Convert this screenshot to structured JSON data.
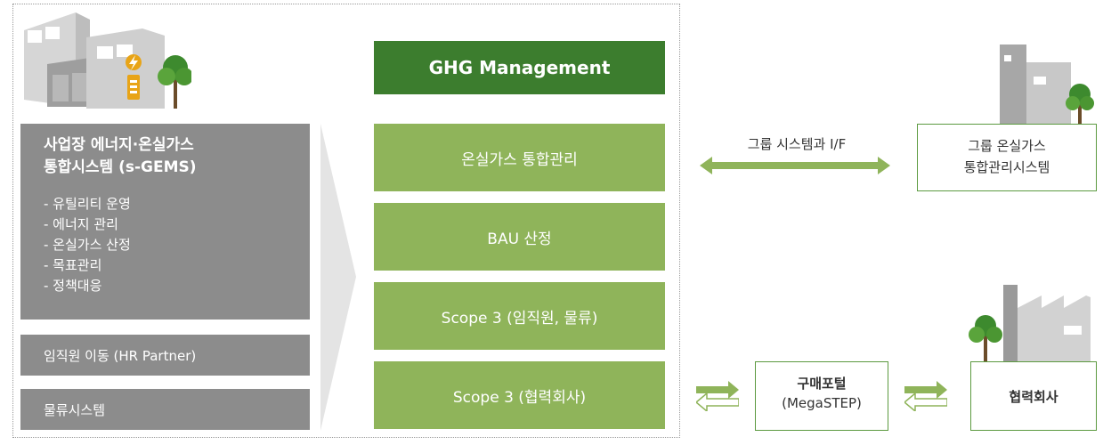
{
  "left_panel": {
    "sgems_title_line1": "사업장 에너지·온실가스",
    "sgems_title_line2": "통합시스템 (s-GEMS)",
    "sgems_items": [
      "- 유틸리티 운영",
      "- 에너지  관리",
      "- 온실가스 산정",
      "- 목표관리",
      "- 정책대응"
    ],
    "hr_system": "임직원 이동 (HR Partner)",
    "logistics_system": "물류시스템"
  },
  "ghg": {
    "title": "GHG Management",
    "modules": [
      "온실가스 통합관리",
      "BAU 산정",
      "Scope 3 (임직원, 물류)",
      "Scope 3 (협력회사)"
    ]
  },
  "group": {
    "interface_label": "그룹 시스템과 I/F",
    "system_line1": "그룹 온실가스",
    "system_line2": "통합관리시스템"
  },
  "supplier": {
    "portal_line1": "구매포털",
    "portal_line2": "(MegaSTEP)",
    "partner": "협력회사"
  },
  "colors": {
    "dark_green": "#3c7d2e",
    "light_green": "#8fb45a",
    "gray": "#8c8c8c"
  },
  "icons": [
    "factory-building-icon",
    "lightning-battery-icon",
    "office-building-icon",
    "factory-icon",
    "tree-icon",
    "double-arrow-icon",
    "exchange-arrows-icon"
  ]
}
